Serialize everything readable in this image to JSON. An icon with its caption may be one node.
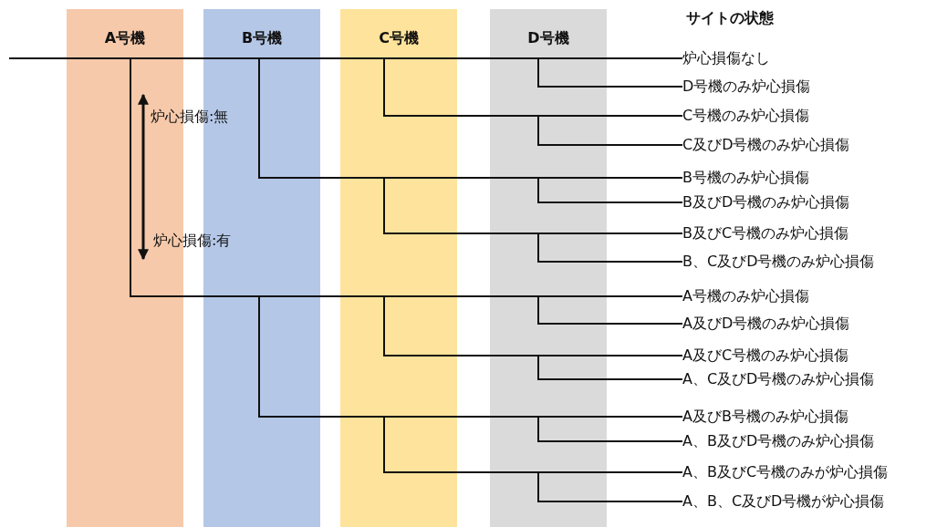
{
  "diagram": {
    "nodes": [
      {
        "text": [
          "A号機"
        ]
      },
      {
        "text": [
          "B号機"
        ]
      },
      {
        "text": [
          "C号機"
        ]
      },
      {
        "text": [
          "D号機"
        ]
      },
      {
        "text": [
          "炉心損傷なし"
        ]
      },
      {
        "text": [
          "D号機のみ炉心損傷"
        ]
      },
      {
        "text": [
          "C号機のみ炉心損傷"
        ]
      },
      {
        "text": [
          "C及びD号機のみ炉心損傷"
        ]
      },
      {
        "text": [
          "B号機のみ炉心損傷"
        ]
      },
      {
        "text": [
          "B及びD号機のみ炉心損傷"
        ]
      },
      {
        "text": [
          "B及びC号機のみ炉心損傷"
        ]
      },
      {
        "text": [
          "B、C及びD号機のみ炉心損傷"
        ]
      },
      {
        "text": [
          "A号機のみ炉心損傷"
        ]
      },
      {
        "text": [
          "A及びD号機のみ炉心損傷"
        ]
      },
      {
        "text": [
          "A及びC号機のみ炉心損傷"
        ]
      },
      {
        "text": [
          "A、C及びD号機のみ炉心損傷"
        ]
      },
      {
        "text": [
          "A及びB号機のみ炉心損傷"
        ]
      },
      {
        "text": [
          "A、B及びD号機のみ炉心損傷"
        ]
      },
      {
        "text": [
          "A、B及びC号機のみが炉心損傷"
        ]
      },
      {
        "text": [
          "A、B、C及びD号機が炉心損傷"
        ]
      }
    ],
    "edges": [
      {
        "from": null,
        "to": 4,
        "arrow": "none"
      },
      {
        "from": null,
        "to": 5,
        "arrow": "none"
      },
      {
        "from": null,
        "to": 6,
        "arrow": "none"
      },
      {
        "from": null,
        "to": 7,
        "arrow": "none"
      },
      {
        "from": null,
        "to": 8,
        "arrow": "none"
      },
      {
        "from": null,
        "to": 9,
        "arrow": "none"
      },
      {
        "from": null,
        "to": 10,
        "arrow": "none"
      },
      {
        "from": null,
        "to": 11,
        "arrow": "none"
      },
      {
        "from": null,
        "to": 12,
        "arrow": "none"
      },
      {
        "from": null,
        "to": 13,
        "arrow": "none"
      },
      {
        "from": null,
        "to": 14,
        "arrow": "none"
      },
      {
        "from": null,
        "to": 15,
        "arrow": "none"
      },
      {
        "from": null,
        "to": 16,
        "arrow": "none"
      },
      {
        "from": null,
        "to": 17,
        "arrow": "none"
      },
      {
        "from": null,
        "to": 18,
        "arrow": "none"
      },
      {
        "from": null,
        "to": 19,
        "arrow": "none"
      }
    ],
    "labels": [
      "サイトの状態",
      "炉心損傷:無",
      "炉心損傷:有"
    ]
  }
}
